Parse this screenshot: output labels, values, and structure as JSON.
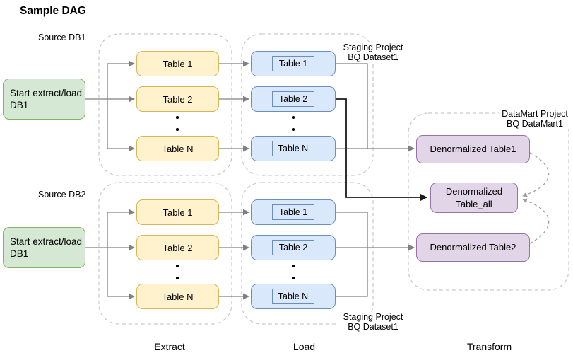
{
  "title": "Sample DAG",
  "sources": {
    "db1": {
      "label": "Source DB1",
      "start_line1": "Start extract/load",
      "start_line2": "DB1"
    },
    "db2": {
      "label": "Source DB2",
      "start_line1": "Start extract/load",
      "start_line2": "DB1"
    }
  },
  "extract1": {
    "tables": [
      "Table 1",
      "Table 2",
      "Table N"
    ]
  },
  "extract2": {
    "tables": [
      "Table 1",
      "Table 2",
      "Table N"
    ]
  },
  "load1": {
    "tables": [
      "Table 1",
      "Table 2",
      "Table N"
    ],
    "caption_line1": "Staging Project",
    "caption_line2": "BQ Dataset1"
  },
  "load2": {
    "tables": [
      "Table 1",
      "Table 2",
      "Table N"
    ],
    "caption_line1": "Staging Project",
    "caption_line2": "BQ Dataset1"
  },
  "datamart": {
    "caption_line1": "DataMart Project",
    "caption_line2": "BQ DataMart1",
    "table1": "Denormalized Table1",
    "table_all_line1": "Denormalized",
    "table_all_line2": "Table_all",
    "table2": "Denormalized Table2"
  },
  "stages": {
    "extract": "Extract",
    "load": "Load",
    "transform": "Transform"
  },
  "misc": {
    "dot": "."
  },
  "colors": {
    "green_fill": "#d5e8d4",
    "green_stroke": "#82b366",
    "yellow_fill": "#fff2cc",
    "yellow_stroke": "#d6b656",
    "blue_fill": "#dae8fc",
    "blue_stroke": "#6c8ebf",
    "purple_fill": "#e1d5e7",
    "purple_stroke": "#9673a6",
    "connector_gray": "#808080",
    "connector_black": "#000000",
    "container_dash": "#cbcbcb"
  }
}
